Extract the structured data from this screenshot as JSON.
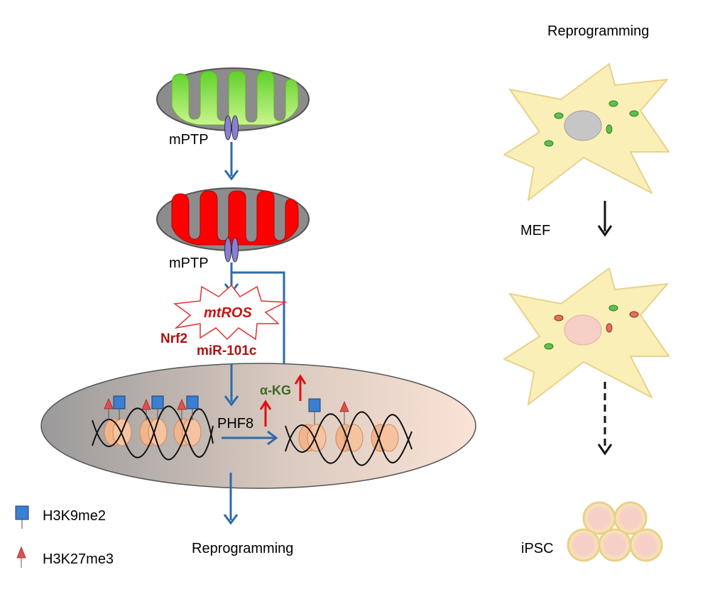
{
  "labels": {
    "mptp_top": "mPTP",
    "mptp_bottom": "mPTP",
    "mtros": "mtROS",
    "nrf2": "Nrf2",
    "mir": "miR-101c",
    "akg": "α-KG",
    "phf8": "PHF8",
    "reprogramming_bottom": "Reprogramming",
    "reprogramming_top": "Reprogramming",
    "mef": "MEF",
    "ipsc": "iPSC"
  },
  "legend": {
    "h3k9": "H3K9me2",
    "h3k27": "H3K27me3"
  },
  "colors": {
    "arrow_blue": "#2e6aa8",
    "arrow_red": "#e01010",
    "mito_green": "#8ee63a",
    "mito_red": "#ff0000",
    "mito_shell": "#8c8c8c",
    "cell_fill": "#fbefb8",
    "cell_stroke": "#e6d28a",
    "mark_square": "#3a7fd0",
    "mark_triangle": "#e05050",
    "nucleosome": "#f2b48a"
  }
}
